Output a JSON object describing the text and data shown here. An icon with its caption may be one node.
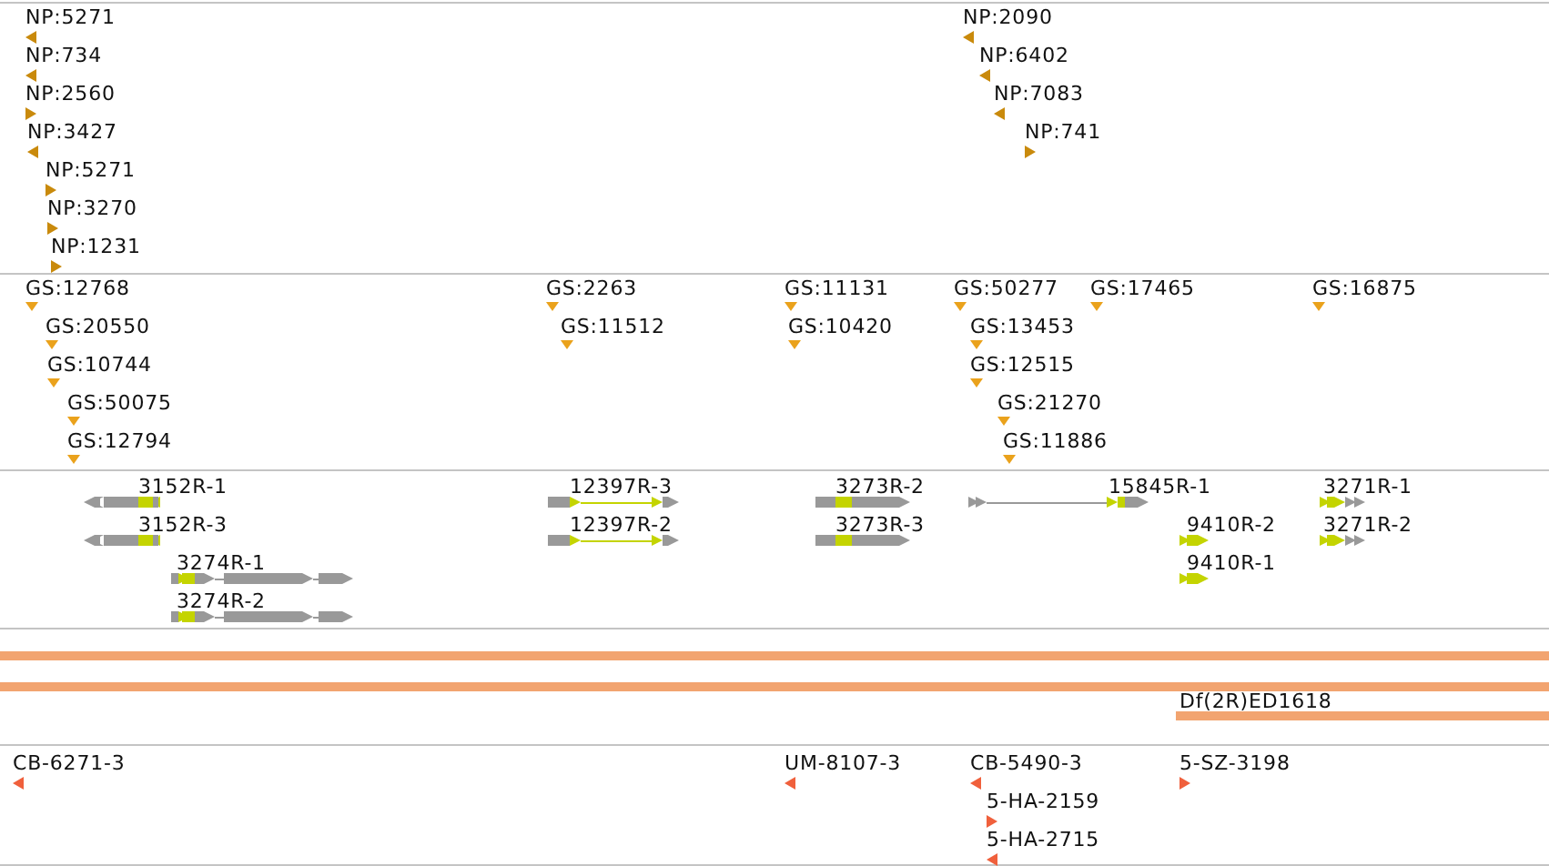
{
  "diagram": {
    "labels": [
      "NP:5271",
      "NP:734",
      "NP:2560",
      "NP:3427",
      "NP:5271",
      "NP:3270",
      "NP:1231",
      "NP:2090",
      "NP:6402",
      "NP:7083",
      "NP:741",
      "GS:12768",
      "GS:20550",
      "GS:10744",
      "GS:50075",
      "GS:12794",
      "GS:2263",
      "GS:11512",
      "GS:11131",
      "GS:10420",
      "GS:50277",
      "GS:13453",
      "GS:12515",
      "GS:21270",
      "GS:11886",
      "GS:17465",
      "GS:16875",
      "3152R-1",
      "3152R-3",
      "3274R-1",
      "3274R-2",
      "12397R-3",
      "12397R-2",
      "3273R-2",
      "3273R-3",
      "15845R-1",
      "9410R-2",
      "9410R-1",
      "3271R-1",
      "3271R-2",
      "Df(2R)ED1618",
      "CB-6271-3",
      "UM-8107-3",
      "CB-5490-3",
      "5-HA-2159",
      "5-HA-2715",
      "5-SZ-3198"
    ]
  }
}
